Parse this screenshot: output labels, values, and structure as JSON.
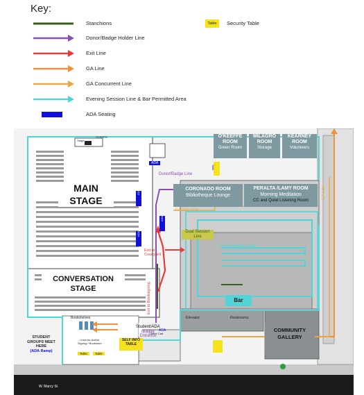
{
  "key": {
    "title": "Key:",
    "items": [
      {
        "label": "Stanchions",
        "color": "#3a5e1e",
        "arrow": false
      },
      {
        "label": "Donor/Badge Holder Line",
        "color": "#8a4fb0",
        "arrow": true
      },
      {
        "label": "Exit Line",
        "color": "#e83a3a",
        "arrow": true
      },
      {
        "label": "GA Line",
        "color": "#f0903a",
        "arrow": true
      },
      {
        "label": "GA Concurrent Line",
        "color": "#e6a94a",
        "arrow": true
      },
      {
        "label": "Evening Session Line & Bar Permitted Area",
        "color": "#4fd4d8",
        "arrow": true
      },
      {
        "label": "ADA Seating",
        "color": "#1010dd",
        "arrow": false
      }
    ],
    "security_table_chip": "Table",
    "security_table_label": "Security Table"
  },
  "rooms": {
    "okeeffe": [
      "O'KEEFFE",
      "ROOM",
      "Green Room"
    ],
    "milagro": [
      "MILAGRO",
      "ROOM",
      "Storage"
    ],
    "kearney": [
      "KEARNEY",
      "ROOM",
      "Volunteers"
    ],
    "coronado": [
      "CORONADO ROOM",
      "Bibliotheque Lounge"
    ],
    "peralta": [
      "PERALTA /LAMY ROOM",
      "Morning Meditation",
      "CC and Quiet Listening Room"
    ],
    "community": [
      "COMMUNITY",
      "GALLERY"
    ],
    "bar": "Bar",
    "elevator": "Elevator",
    "restrooms": "Restrooms",
    "bookshelves": "Bookshelves",
    "coffee": "Coffee Cart"
  },
  "stages": {
    "main": [
      "MAIN",
      "STAGE"
    ],
    "conversation": [
      "CONVERSATION",
      "STAGE"
    ]
  },
  "labels": {
    "ada_top": "ADA",
    "ada_side1": "ADA",
    "ada_side2": "ADA",
    "ada_side3": "ADA",
    "ada_bottom": "ADA",
    "donor_line": "Donor/Badge Line",
    "ga_day_line": "GA Day Line",
    "ga_line": "GA Line",
    "dual_session": [
      "Dual Session",
      "Line"
    ],
    "ga_evening": "GA Evening Line",
    "exit_courtyard": [
      "Exit to",
      "Courtyard"
    ],
    "exit_booksigning": "Exit to Booksigning",
    "student_ada": [
      "Student/ADA",
      "/Badge",
      "Entrance"
    ],
    "student_groups": [
      "STUDENT",
      "GROUPS MEET",
      "HERE",
      "(ADA Ramp)"
    ],
    "self_info": [
      "SELF INFO",
      "TABLE"
    ],
    "author_line": [
      "Lines for Author",
      "Signing / Bookstore"
    ],
    "table1": "Table",
    "table2": "Table",
    "street": "W. Marcy St.",
    "stage_lbl": "Stage",
    "screen_lbl": "SCREEN",
    "security_table_small": "Table"
  }
}
